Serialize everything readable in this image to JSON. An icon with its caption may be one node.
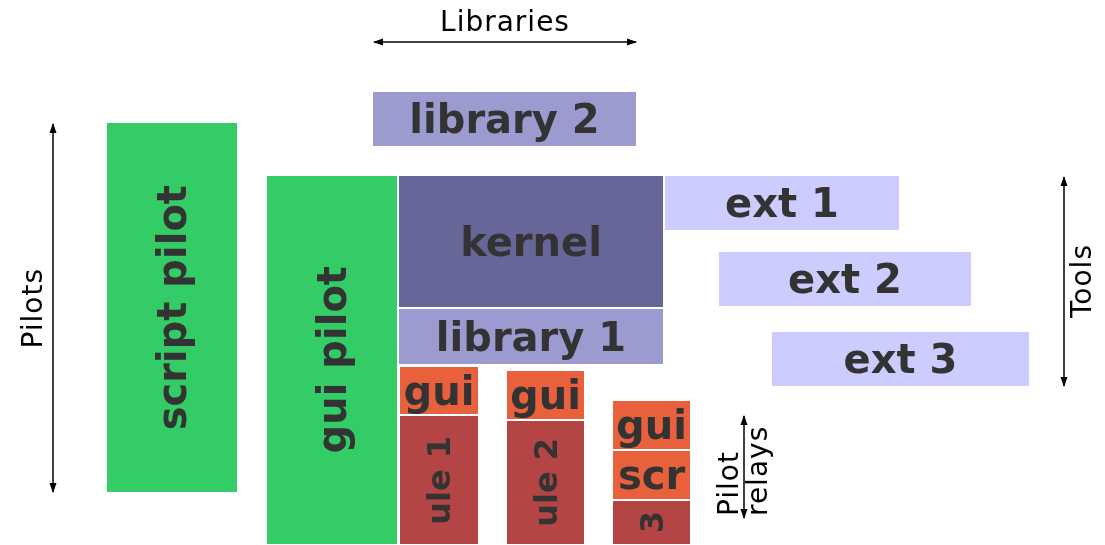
{
  "diagram": {
    "nodes": [
      {
        "text": [
          "library 2"
        ]
      },
      {
        "text": [
          "script pilot"
        ]
      },
      {
        "text": [
          "gui pilot"
        ]
      },
      {
        "text": [
          "kernel"
        ]
      },
      {
        "text": [
          "ext 1"
        ]
      },
      {
        "text": [
          "ext 2"
        ]
      },
      {
        "text": [
          "ext 3"
        ]
      },
      {
        "text": [
          "library 1"
        ]
      },
      {
        "text": [
          "gui"
        ]
      },
      {
        "text": [
          "ule 1"
        ]
      },
      {
        "text": [
          "gui"
        ]
      },
      {
        "text": [
          "ule 2"
        ]
      },
      {
        "text": [
          "gui"
        ]
      },
      {
        "text": [
          "scr"
        ]
      },
      {
        "text": [
          "3"
        ]
      }
    ],
    "edges": [],
    "labels": [
      "Libraries",
      "Pilots",
      "Tools",
      "Pilot relays"
    ]
  }
}
